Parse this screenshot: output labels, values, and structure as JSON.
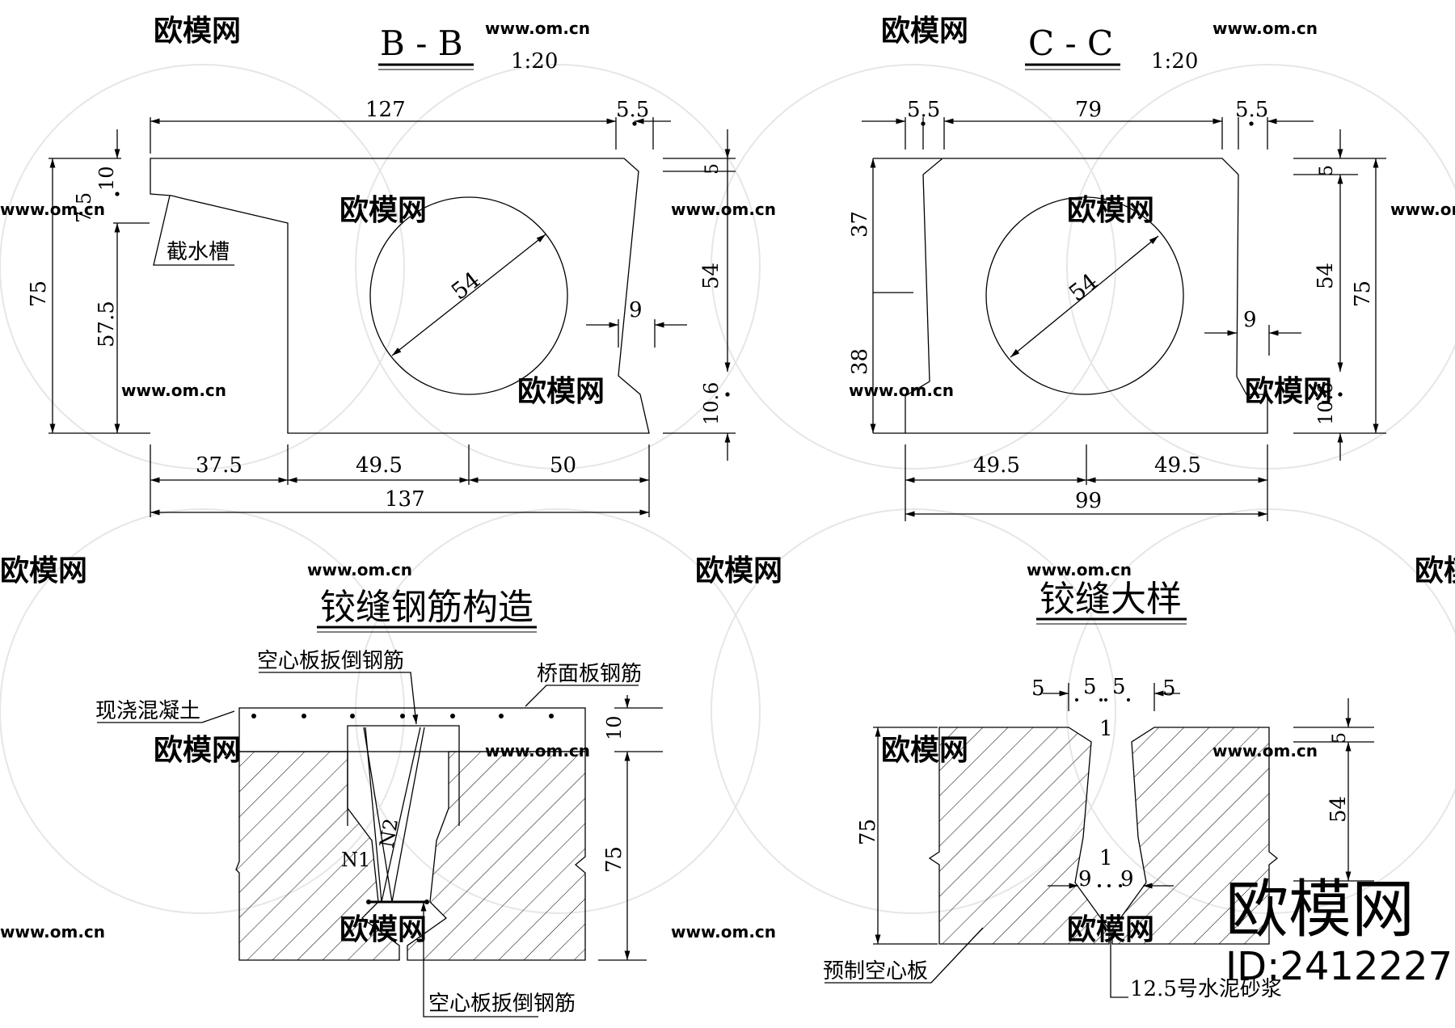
{
  "watermark": {
    "text": "欧模网",
    "url": "www.om.cn"
  },
  "brand": {
    "name": "欧模网",
    "id": "ID:2412227"
  },
  "bb": {
    "title": "B - B",
    "scale": "1:20",
    "dims": {
      "top_width": "127",
      "top_right": "5.5",
      "total_height": "75",
      "h10": "10",
      "h75": "7.5",
      "h575": "57.5",
      "r5": "5",
      "r54": "54",
      "r106": "10.6",
      "diameter": "54",
      "gap": "9",
      "b375": "37.5",
      "b495": "49.5",
      "b50": "50",
      "total_width": "137"
    },
    "label_groove": "截水槽"
  },
  "cc": {
    "title": "C - C",
    "scale": "1:20",
    "dims": {
      "left55": "5.5",
      "top_width": "79",
      "right55": "5.5",
      "h37": "37",
      "h38": "38",
      "r5": "5",
      "r54": "54",
      "r75": "75",
      "r106": "10.6",
      "diameter": "54",
      "gap": "9",
      "b495a": "49.5",
      "b495b": "49.5",
      "total_width": "99"
    }
  },
  "rebar": {
    "title": "铰缝钢筋构造",
    "labels": {
      "top_bar": "空心板扳倒钢筋",
      "deck": "桥面板钢筋",
      "concrete": "现浇混凝土",
      "bottom_bar": "空心板扳倒钢筋",
      "n1": "N1",
      "n2": "N2"
    },
    "dims": {
      "d10": "10",
      "d75": "75"
    }
  },
  "detail": {
    "title": "铰缝大样",
    "labels": {
      "panel": "预制空心板",
      "mortar": "12.5号水泥砂浆"
    },
    "dims": {
      "t5a": "5",
      "t5b": "5",
      "t5c": "5",
      "t5d": "5",
      "one_top": "1",
      "one_mid": "1",
      "nine_l": "9",
      "nine_r": "9",
      "d75": "75",
      "r5": "5",
      "r54": "54"
    }
  }
}
